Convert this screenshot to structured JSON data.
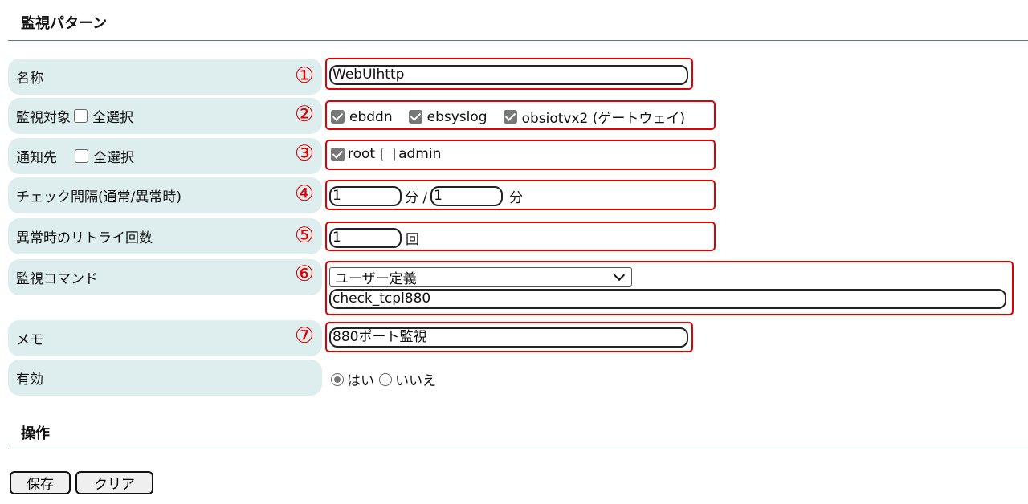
{
  "sections": {
    "monitor_title": "監視パターン",
    "ops_title": "操作"
  },
  "rows": {
    "name": {
      "num": "①",
      "label": "名称",
      "value": "WebUIhttp"
    },
    "target": {
      "num": "②",
      "label": "監視対象",
      "select_all": "全選択",
      "items": [
        {
          "label": "ebddn",
          "checked": true
        },
        {
          "label": "ebsyslog",
          "checked": true
        },
        {
          "label": "obsiotvx2 (ゲートウェイ)",
          "checked": true
        }
      ]
    },
    "notify": {
      "num": "③",
      "label": "通知先",
      "select_all": "全選択",
      "items": [
        {
          "label": "root",
          "checked": true
        },
        {
          "label": "admin",
          "checked": false
        }
      ]
    },
    "interval": {
      "num": "④",
      "label": "チェック間隔(通常/異常時)",
      "normal": "1",
      "sep": "分 /",
      "abnormal": "1",
      "unit": "分"
    },
    "retry": {
      "num": "⑤",
      "label": "異常時のリトライ回数",
      "value": "1",
      "unit": "回"
    },
    "command": {
      "num": "⑥",
      "label": "監視コマンド",
      "selected": "ユーザー定義",
      "value": "check_tcpl880"
    },
    "memo": {
      "num": "⑦",
      "label": "メモ",
      "value": "880ポート監視"
    },
    "enabled": {
      "label": "有効",
      "yes": "はい",
      "no": "いいえ",
      "selected": "yes"
    }
  },
  "buttons": {
    "save": "保存",
    "clear": "クリア"
  },
  "colors": {
    "label_bg": "#deeeee",
    "highlight": "#e00000",
    "rule": "#4f7f7f"
  }
}
